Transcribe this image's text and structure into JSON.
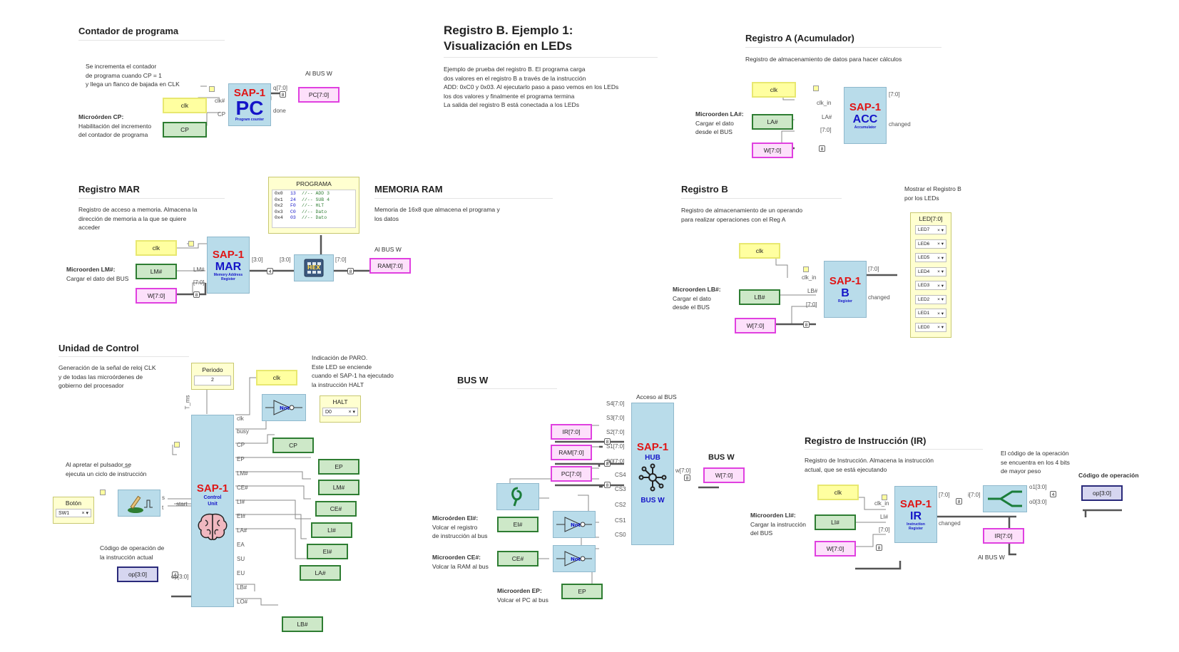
{
  "main_title": {
    "line1": "Registro B. Ejemplo 1:",
    "line2": "Visualización en LEDs"
  },
  "main_desc": [
    "Ejemplo de prueba del registro B. El programa carga",
    "dos valores en el registro B a través de la instrucción",
    "ADD: 0xC0 y 0x03. Al ejecutarlo paso a paso vemos en los LEDs",
    "los dos valores y finalmente el programa termina",
    "La salida del registro B está conectada a los LEDs"
  ],
  "pc": {
    "title": "Contador de programa",
    "desc": [
      "Se incrementa el contador",
      "de programa cuando CP = 1",
      "y llega un flanco de bajada en CLK"
    ],
    "note_bold": "Microórden CP:",
    "note": [
      "Habilitación del incremento",
      "del contador de programa"
    ],
    "clk": "clk",
    "cp": "CP",
    "out": "PC[7:0]",
    "out_note": "Al BUS W",
    "chip": {
      "t1": "SAP-1",
      "t2": "PC",
      "t3": "Program counter"
    },
    "pins": {
      "clk": "clk#",
      "cp": "CP",
      "q": "q[7:0]",
      "done": "done"
    }
  },
  "acc": {
    "title": "Registro A (Acumulador)",
    "desc": [
      "Registro de almacenamiento de datos para hacer cálculos"
    ],
    "note_bold": "Microorden LA#:",
    "note": [
      "Cargar el dato",
      "desde el BUS"
    ],
    "clk": "clk",
    "la": "LA#",
    "w": "W[7:0]",
    "chip": {
      "t1": "SAP-1",
      "t2": "ACC",
      "t3": "Accumulator"
    },
    "pins": {
      "clk": "clk_in",
      "la": "LA#",
      "d": "[7:0]",
      "q": "[7:0]",
      "changed": "changed"
    }
  },
  "mar": {
    "title": "Registro MAR",
    "desc": [
      "Registro de acceso a memoria. Almacena la",
      "dirección de memoria a la que se quiere",
      "acceder"
    ],
    "note_bold": "Microorden LM#:",
    "note": [
      "Cargar el dato del BUS"
    ],
    "clk": "clk",
    "lm": "LM#",
    "w": "W[7:0]",
    "chip": {
      "t1": "SAP-1",
      "t2": "MAR",
      "t3a": "Memory Address",
      "t3b": "Register"
    },
    "pins": {
      "lm": "LM#",
      "d": "[7:0]",
      "q": "[3:0]",
      "addr": "[3:0]",
      "data": "[7:0]"
    }
  },
  "ram": {
    "title": "MEMORIA RAM",
    "desc": [
      "Memoria de 16x8 que almacena el programa y",
      "los datos"
    ],
    "out": "RAM[7:0]",
    "out_note": "Al BUS W",
    "hex": "HEX",
    "program": {
      "title": "PROGRAMA",
      "rows": [
        {
          "addr": "0x0",
          "val": "13",
          "comment": "//-- ADD 3"
        },
        {
          "addr": "0x1",
          "val": "24",
          "comment": "//-- SUB 4"
        },
        {
          "addr": "0x2",
          "val": "F0",
          "comment": "//-- HLT"
        },
        {
          "addr": "0x3",
          "val": "C0",
          "comment": "//-- Dato"
        },
        {
          "addr": "0x4",
          "val": "03",
          "comment": "//-- Dato"
        }
      ]
    }
  },
  "regb": {
    "title": "Registro B",
    "desc": [
      "Registro de almacenamiento de un operando",
      "para realizar operaciones con el Reg A"
    ],
    "note_bold": "Microorden LB#:",
    "note": [
      "Cargar el dato",
      "desde el BUS"
    ],
    "clk": "clk",
    "lb": "LB#",
    "w": "W[7:0]",
    "chip": {
      "t1": "SAP-1",
      "t2": "B",
      "t3": "Register"
    },
    "pins": {
      "clk": "clk_in",
      "lb": "LB#",
      "d": "[7:0]",
      "q": "[7:0]",
      "changed": "changed"
    },
    "leds_note": [
      "Mostrar el Registro B",
      "por los LEDs"
    ],
    "leds_title": "LED[7:0]",
    "leds": [
      "LED7",
      "LED6",
      "LED5",
      "LED4",
      "LED3",
      "LED2",
      "LED1",
      "LED0"
    ]
  },
  "cu": {
    "title": "Unidad de Control",
    "desc": [
      "Generación de la señal de reloj CLK",
      "y de todas las microórdenes de",
      "gobierno del procesador"
    ],
    "periodo_label": "Periodo",
    "periodo_value": "2",
    "clk": "clk",
    "halt_note": [
      "Indicación de PARO.",
      "Este LED se enciende",
      "cuando el SAP-1 ha ejecutado",
      "la instrucción HALT"
    ],
    "halt_title": "HALT",
    "halt_value": "D0",
    "not_label": "Not",
    "btn_note": [
      "Al apretar el pulsador se",
      "ejecuta un ciclo de instrucción"
    ],
    "boton_label": "Botón",
    "boton_value": "SW1",
    "op_note": [
      "Código de operación de",
      "la instrucción actual"
    ],
    "op": "op[3:0]",
    "chip": {
      "t1": "SAP-1",
      "t2a": "Control",
      "t2b": "Unit"
    },
    "pins": {
      "tms": "T_ms",
      "clk": "clk",
      "busy": "busy",
      "cp": "CP",
      "ep": "EP",
      "lm": "LM#",
      "ce": "CE#",
      "li": "LI#",
      "ei": "EI#",
      "la": "LA#",
      "ea": "EA",
      "su": "SU",
      "eu": "EU",
      "lb": "LB#",
      "lo": "LO#",
      "op": "op[3:0]",
      "s": "s",
      "t": "t",
      "start": "start"
    },
    "outs": {
      "cp": "CP",
      "ep": "EP",
      "lm": "LM#",
      "ce": "CE#",
      "li": "LI#",
      "ei": "EI#",
      "la": "LA#",
      "lb": "LB#"
    }
  },
  "busw": {
    "title": "BUS W",
    "access_note": "Acceso al BUS",
    "ir": "IR[7:0]",
    "ram": "RAM[7:0]",
    "pc": "PC[7:0]",
    "ei": "EI#",
    "ce": "CE#",
    "ep": "EP",
    "ei_bold": "Microórden EI#:",
    "ei_note": [
      "Volcar el registro",
      "de instrucción al bus"
    ],
    "ce_bold": "Microorden CE#:",
    "ce_note": [
      "Volcar la RAM al bus"
    ],
    "ep_bold": "Microorden EP:",
    "ep_note": [
      "Volcar el PC al bus"
    ],
    "chip": {
      "t1": "SAP-1",
      "t2": "HUB",
      "t3": "BUS W"
    },
    "pins": {
      "s4": "S4[7:0]",
      "s3": "S3[7:0]",
      "s2": "S2[7:0]",
      "s1": "S1[7:0]",
      "s0": "S0[7:0]",
      "cs4": "CS4",
      "cs3": "CS3",
      "cs2": "CS2",
      "cs1": "CS1",
      "cs0": "CS0",
      "w": "w[7:0]"
    },
    "out_label": "BUS W",
    "out": "W[7:0]",
    "not_label": "Not"
  },
  "ir": {
    "title": "Registro de Instrucción (IR)",
    "desc": [
      "Registro de Instrucción. Almacena la instrucción",
      "actual, que se está ejecutando"
    ],
    "note_bold": "Microorden LI#:",
    "note": [
      "Cargar la instrucción",
      "del BUS"
    ],
    "clk": "clk",
    "li": "LI#",
    "w": "W[7:0]",
    "chip": {
      "t1": "SAP-1",
      "t2": "IR",
      "t3a": "Instruction",
      "t3b": "Register"
    },
    "pins": {
      "clk": "clk_in",
      "li": "LI#",
      "d": "[7:0]",
      "q": "[7:0]",
      "changed": "changed",
      "i": "i[7:0]",
      "o1": "o1[3:0]",
      "o0": "o0[3:0]"
    },
    "opnote": [
      "El código de la operación",
      "se encuentra en los 4 bits",
      "de mayor peso"
    ],
    "op_title": "Código de operación",
    "op": "op[3:0]",
    "ir_out": "IR[7:0]",
    "ir_out_note": "Al BUS W"
  },
  "bus_widths": {
    "b8": "8",
    "b4": "4"
  }
}
